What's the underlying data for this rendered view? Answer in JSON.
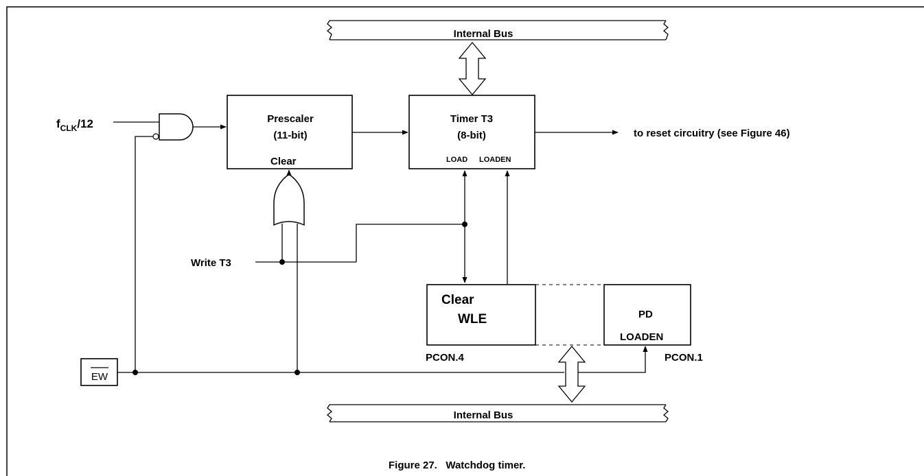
{
  "bus_top": {
    "label": "Internal Bus"
  },
  "bus_bottom": {
    "label": "Internal Bus"
  },
  "input_clock": {
    "label_main": "f",
    "label_sub": "CLK",
    "label_suffix": "/12"
  },
  "prescaler": {
    "title": "Prescaler",
    "size": "(11-bit)",
    "clear": "Clear"
  },
  "timer": {
    "title": "Timer T3",
    "size": "(8-bit)",
    "load": "LOAD",
    "loaden": "LOADEN"
  },
  "output": {
    "label": "to reset circuitry (see Figure 46)"
  },
  "write_input": {
    "label": "Write T3"
  },
  "wle_register": {
    "clear": "Clear",
    "name": "WLE",
    "reg": "PCON.4"
  },
  "pd_register": {
    "name": "PD",
    "loaden": "LOADEN",
    "reg": "PCON.1"
  },
  "ew_pin": {
    "label": "EW"
  },
  "caption": "Figure 27.   Watchdog timer."
}
